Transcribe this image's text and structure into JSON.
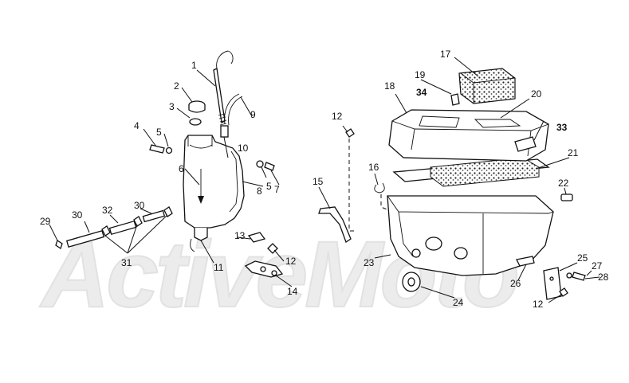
{
  "watermark": "ActiveMoto",
  "callouts": [
    {
      "text": "1",
      "bold": false
    },
    {
      "text": "2",
      "bold": false
    },
    {
      "text": "3",
      "bold": false
    },
    {
      "text": "4",
      "bold": false
    },
    {
      "text": "5",
      "bold": false
    },
    {
      "text": "5",
      "bold": false
    },
    {
      "text": "6",
      "bold": false
    },
    {
      "text": "7",
      "bold": false
    },
    {
      "text": "8",
      "bold": false
    },
    {
      "text": "9",
      "bold": false
    },
    {
      "text": "10",
      "bold": false
    },
    {
      "text": "11",
      "bold": false
    },
    {
      "text": "12",
      "bold": false
    },
    {
      "text": "12",
      "bold": false
    },
    {
      "text": "12",
      "bold": false
    },
    {
      "text": "13",
      "bold": false
    },
    {
      "text": "14",
      "bold": false
    },
    {
      "text": "15",
      "bold": false
    },
    {
      "text": "16",
      "bold": false
    },
    {
      "text": "17",
      "bold": false
    },
    {
      "text": "18",
      "bold": false
    },
    {
      "text": "19",
      "bold": false
    },
    {
      "text": "20",
      "bold": false
    },
    {
      "text": "21",
      "bold": false
    },
    {
      "text": "22",
      "bold": false
    },
    {
      "text": "23",
      "bold": false
    },
    {
      "text": "24",
      "bold": false
    },
    {
      "text": "25",
      "bold": false
    },
    {
      "text": "26",
      "bold": false
    },
    {
      "text": "27",
      "bold": false
    },
    {
      "text": "28",
      "bold": false
    },
    {
      "text": "29",
      "bold": false
    },
    {
      "text": "30",
      "bold": false
    },
    {
      "text": "30",
      "bold": false
    },
    {
      "text": "31",
      "bold": false
    },
    {
      "text": "32",
      "bold": false
    },
    {
      "text": "33",
      "bold": true
    },
    {
      "text": "34",
      "bold": true
    }
  ]
}
